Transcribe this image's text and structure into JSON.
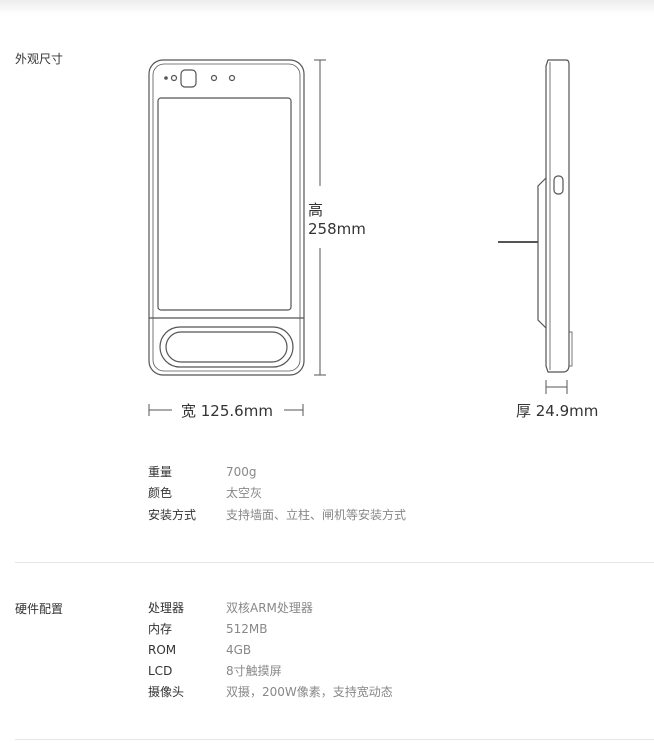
{
  "appearance": {
    "title": "外观尺寸",
    "height_label": "高",
    "height_value": "258mm",
    "width_label": "宽 125.6mm",
    "thickness_label": "厚 24.9mm",
    "specs": [
      {
        "key": "重量",
        "value": "700g"
      },
      {
        "key": "颜色",
        "value": "太空灰"
      },
      {
        "key": "安装方式",
        "value": "支持墙面、立柱、闸机等安装方式"
      }
    ]
  },
  "hardware": {
    "title": "硬件配置",
    "specs": [
      {
        "key": "处理器",
        "value": "双核ARM处理器"
      },
      {
        "key": "内存",
        "value": "512MB"
      },
      {
        "key": "ROM",
        "value": "4GB"
      },
      {
        "key": "LCD",
        "value": "8寸触摸屏"
      },
      {
        "key": "摄像头",
        "value": "双摄，200W像素，支持宽动态"
      }
    ]
  }
}
